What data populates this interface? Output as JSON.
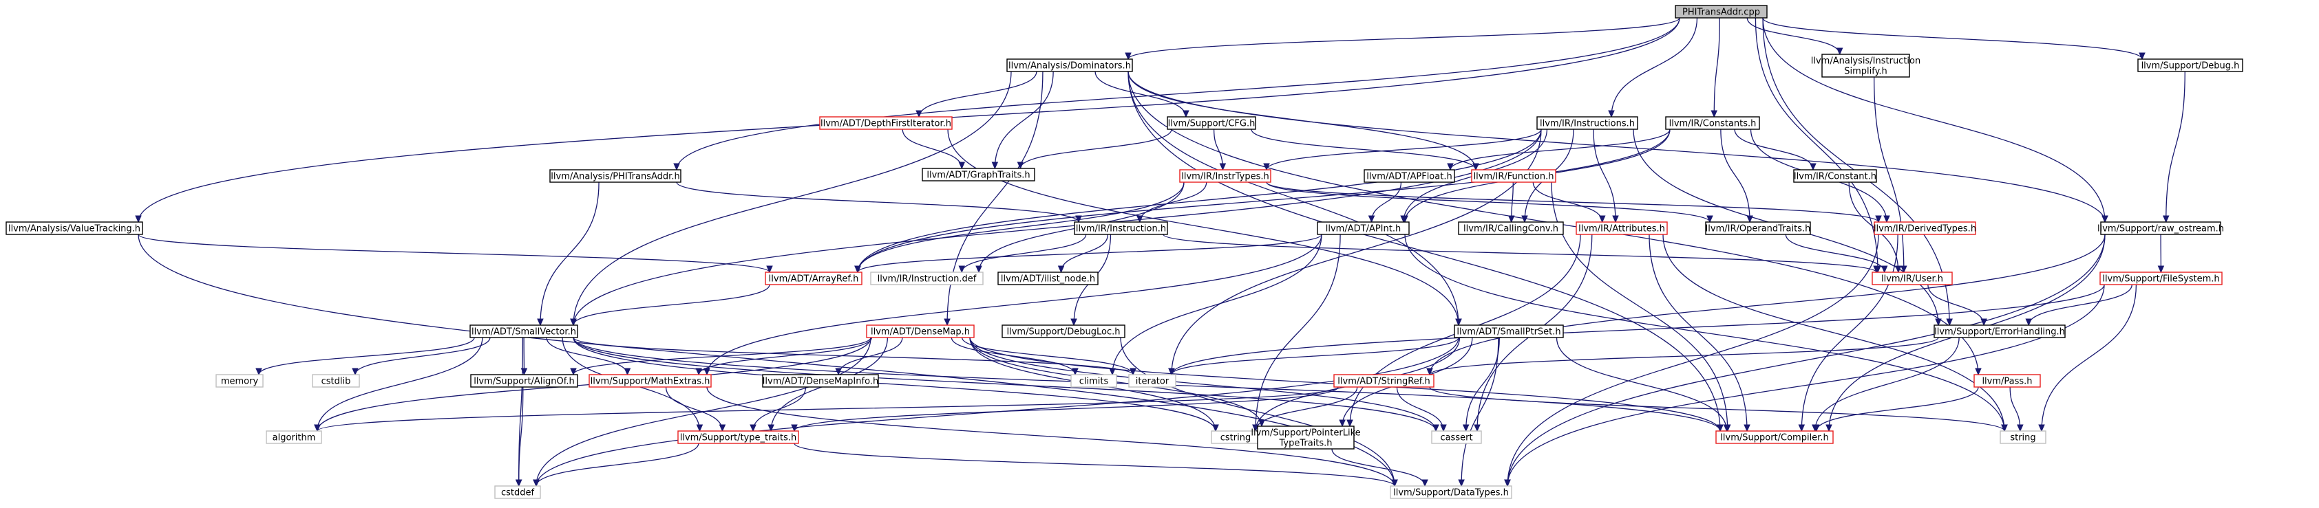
{
  "diagram": {
    "title": "PHITransAddr.cpp",
    "nodes": [
      {
        "id": "root",
        "lines": [
          "PHITransAddr.cpp"
        ],
        "style": "root"
      },
      {
        "id": "dominators",
        "lines": [
          "llvm/Analysis/Dominators.h"
        ],
        "style": "black"
      },
      {
        "id": "instsimplify",
        "lines": [
          "llvm/Analysis/Instruction",
          "Simplify.h"
        ],
        "style": "black"
      },
      {
        "id": "debug",
        "lines": [
          "llvm/Support/Debug.h"
        ],
        "style": "black"
      },
      {
        "id": "depthfirst",
        "lines": [
          "llvm/ADT/DepthFirstIterator.h"
        ],
        "style": "red"
      },
      {
        "id": "cfg",
        "lines": [
          "llvm/Support/CFG.h"
        ],
        "style": "black"
      },
      {
        "id": "instructions",
        "lines": [
          "llvm/IR/Instructions.h"
        ],
        "style": "black"
      },
      {
        "id": "constants",
        "lines": [
          "llvm/IR/Constants.h"
        ],
        "style": "black"
      },
      {
        "id": "phitransaddr",
        "lines": [
          "llvm/Analysis/PHITransAddr.h"
        ],
        "style": "black"
      },
      {
        "id": "graphtraits",
        "lines": [
          "llvm/ADT/GraphTraits.h"
        ],
        "style": "black"
      },
      {
        "id": "instrtypes",
        "lines": [
          "llvm/IR/InstrTypes.h"
        ],
        "style": "red"
      },
      {
        "id": "apfloat",
        "lines": [
          "llvm/ADT/APFloat.h"
        ],
        "style": "black"
      },
      {
        "id": "function",
        "lines": [
          "llvm/IR/Function.h"
        ],
        "style": "red"
      },
      {
        "id": "constant",
        "lines": [
          "llvm/IR/Constant.h"
        ],
        "style": "black"
      },
      {
        "id": "valuetracking",
        "lines": [
          "llvm/Analysis/ValueTracking.h"
        ],
        "style": "black"
      },
      {
        "id": "instruction",
        "lines": [
          "llvm/IR/Instruction.h"
        ],
        "style": "black"
      },
      {
        "id": "apint",
        "lines": [
          "llvm/ADT/APInt.h"
        ],
        "style": "black"
      },
      {
        "id": "callingconv",
        "lines": [
          "llvm/IR/CallingConv.h"
        ],
        "style": "black"
      },
      {
        "id": "attributes",
        "lines": [
          "llvm/IR/Attributes.h"
        ],
        "style": "red"
      },
      {
        "id": "operandtraits",
        "lines": [
          "llvm/IR/OperandTraits.h"
        ],
        "style": "black"
      },
      {
        "id": "derivedtypes",
        "lines": [
          "llvm/IR/DerivedTypes.h"
        ],
        "style": "red"
      },
      {
        "id": "rawostream",
        "lines": [
          "llvm/Support/raw_ostream.h"
        ],
        "style": "black"
      },
      {
        "id": "arrayref",
        "lines": [
          "llvm/ADT/ArrayRef.h"
        ],
        "style": "red"
      },
      {
        "id": "instructiondef",
        "lines": [
          "llvm/IR/Instruction.def"
        ],
        "style": "gray"
      },
      {
        "id": "ilistnode",
        "lines": [
          "llvm/ADT/ilist_node.h"
        ],
        "style": "black"
      },
      {
        "id": "user",
        "lines": [
          "llvm/IR/User.h"
        ],
        "style": "red"
      },
      {
        "id": "filesystem",
        "lines": [
          "llvm/Support/FileSystem.h"
        ],
        "style": "red"
      },
      {
        "id": "smallvector",
        "lines": [
          "llvm/ADT/SmallVector.h"
        ],
        "style": "black"
      },
      {
        "id": "densemap",
        "lines": [
          "llvm/ADT/DenseMap.h"
        ],
        "style": "red"
      },
      {
        "id": "debugloc",
        "lines": [
          "llvm/Support/DebugLoc.h"
        ],
        "style": "black"
      },
      {
        "id": "smallptrset",
        "lines": [
          "llvm/ADT/SmallPtrSet.h"
        ],
        "style": "black"
      },
      {
        "id": "errorhandling",
        "lines": [
          "llvm/Support/ErrorHandling.h"
        ],
        "style": "black"
      },
      {
        "id": "memory",
        "lines": [
          "memory"
        ],
        "style": "gray"
      },
      {
        "id": "cstdlib",
        "lines": [
          "cstdlib"
        ],
        "style": "gray"
      },
      {
        "id": "alignof",
        "lines": [
          "llvm/Support/AlignOf.h"
        ],
        "style": "black"
      },
      {
        "id": "mathextras",
        "lines": [
          "llvm/Support/MathExtras.h"
        ],
        "style": "red"
      },
      {
        "id": "densemapinfo",
        "lines": [
          "llvm/ADT/DenseMapInfo.h"
        ],
        "style": "black"
      },
      {
        "id": "climits",
        "lines": [
          "climits"
        ],
        "style": "gray"
      },
      {
        "id": "iterator",
        "lines": [
          "iterator"
        ],
        "style": "gray"
      },
      {
        "id": "stringref",
        "lines": [
          "llvm/ADT/StringRef.h"
        ],
        "style": "red"
      },
      {
        "id": "pass",
        "lines": [
          "llvm/Pass.h"
        ],
        "style": "red"
      },
      {
        "id": "algorithm",
        "lines": [
          "algorithm"
        ],
        "style": "gray"
      },
      {
        "id": "typetraits",
        "lines": [
          "llvm/Support/type_traits.h"
        ],
        "style": "red"
      },
      {
        "id": "cstring",
        "lines": [
          "cstring"
        ],
        "style": "gray"
      },
      {
        "id": "pointerlike",
        "lines": [
          "llvm/Support/PointerLike",
          "TypeTraits.h"
        ],
        "style": "black"
      },
      {
        "id": "cassert",
        "lines": [
          "cassert"
        ],
        "style": "gray"
      },
      {
        "id": "compiler",
        "lines": [
          "llvm/Support/Compiler.h"
        ],
        "style": "red"
      },
      {
        "id": "string",
        "lines": [
          "string"
        ],
        "style": "gray"
      },
      {
        "id": "cstddef",
        "lines": [
          "cstddef"
        ],
        "style": "gray"
      },
      {
        "id": "datatypes",
        "lines": [
          "llvm/Support/DataTypes.h"
        ],
        "style": "gray"
      }
    ],
    "edges": [
      [
        "root",
        "dominators"
      ],
      [
        "root",
        "instsimplify"
      ],
      [
        "root",
        "debug"
      ],
      [
        "root",
        "instructions"
      ],
      [
        "root",
        "constants"
      ],
      [
        "root",
        "phitransaddr"
      ],
      [
        "root",
        "valuetracking"
      ],
      [
        "root",
        "rawostream"
      ],
      [
        "root",
        "errorhandling"
      ],
      [
        "root",
        "user"
      ],
      [
        "dominators",
        "depthfirst"
      ],
      [
        "dominators",
        "cfg"
      ],
      [
        "dominators",
        "graphtraits"
      ],
      [
        "dominators",
        "function"
      ],
      [
        "dominators",
        "smallvector"
      ],
      [
        "dominators",
        "densemap"
      ],
      [
        "dominators",
        "smallptrset"
      ],
      [
        "dominators",
        "rawostream"
      ],
      [
        "dominators",
        "compiler"
      ],
      [
        "dominators",
        "pass"
      ],
      [
        "instsimplify",
        "user"
      ],
      [
        "debug",
        "rawostream"
      ],
      [
        "depthfirst",
        "graphtraits"
      ],
      [
        "depthfirst",
        "smallptrset"
      ],
      [
        "cfg",
        "graphtraits"
      ],
      [
        "cfg",
        "function"
      ],
      [
        "cfg",
        "instrtypes"
      ],
      [
        "instructions",
        "instrtypes"
      ],
      [
        "instructions",
        "arrayref"
      ],
      [
        "instructions",
        "attributes"
      ],
      [
        "instructions",
        "callingconv"
      ],
      [
        "instructions",
        "smallvector"
      ],
      [
        "instructions",
        "errorhandling"
      ],
      [
        "instructions",
        "iterator"
      ],
      [
        "instructions",
        "apint"
      ],
      [
        "constants",
        "constant"
      ],
      [
        "constants",
        "operandtraits"
      ],
      [
        "constants",
        "derivedtypes"
      ],
      [
        "constants",
        "apfloat"
      ],
      [
        "constants",
        "apint"
      ],
      [
        "constants",
        "arrayref"
      ],
      [
        "phitransaddr",
        "instruction"
      ],
      [
        "phitransaddr",
        "smallvector"
      ],
      [
        "valuetracking",
        "arrayref"
      ],
      [
        "valuetracking",
        "datatypes"
      ],
      [
        "instrtypes",
        "instruction"
      ],
      [
        "instrtypes",
        "operandtraits"
      ],
      [
        "instrtypes",
        "derivedtypes"
      ],
      [
        "instrtypes",
        "arrayref"
      ],
      [
        "instrtypes",
        "instructiondef"
      ],
      [
        "apfloat",
        "apint"
      ],
      [
        "function",
        "callingconv"
      ],
      [
        "function",
        "attributes"
      ],
      [
        "function",
        "compiler"
      ],
      [
        "constant",
        "user"
      ],
      [
        "instruction",
        "instructiondef"
      ],
      [
        "instruction",
        "ilistnode"
      ],
      [
        "instruction",
        "debugloc"
      ],
      [
        "instruction",
        "user"
      ],
      [
        "apint",
        "arrayref"
      ],
      [
        "apint",
        "mathextras"
      ],
      [
        "apint",
        "climits"
      ],
      [
        "apint",
        "cstring"
      ],
      [
        "apint",
        "string"
      ],
      [
        "attributes",
        "pointerlike"
      ],
      [
        "attributes",
        "cassert"
      ],
      [
        "attributes",
        "compiler"
      ],
      [
        "attributes",
        "string"
      ],
      [
        "operandtraits",
        "user"
      ],
      [
        "derivedtypes",
        "compiler"
      ],
      [
        "derivedtypes",
        "datatypes"
      ],
      [
        "rawostream",
        "filesystem"
      ],
      [
        "rawostream",
        "compiler"
      ],
      [
        "rawostream",
        "datatypes"
      ],
      [
        "rawostream",
        "stringref"
      ],
      [
        "arrayref",
        "smallvector"
      ],
      [
        "user",
        "errorhandling"
      ],
      [
        "filesystem",
        "errorhandling"
      ],
      [
        "filesystem",
        "datatypes"
      ],
      [
        "filesystem",
        "string"
      ],
      [
        "filesystem",
        "iterator"
      ],
      [
        "smallvector",
        "alignof"
      ],
      [
        "smallvector",
        "compiler"
      ],
      [
        "smallvector",
        "typetraits"
      ],
      [
        "smallvector",
        "algorithm"
      ],
      [
        "smallvector",
        "cassert"
      ],
      [
        "smallvector",
        "cstddef"
      ],
      [
        "smallvector",
        "cstdlib"
      ],
      [
        "smallvector",
        "cstring"
      ],
      [
        "smallvector",
        "iterator"
      ],
      [
        "smallvector",
        "memory"
      ],
      [
        "smallvector",
        "mathextras"
      ],
      [
        "densemap",
        "alignof"
      ],
      [
        "densemap",
        "densemapinfo"
      ],
      [
        "densemap",
        "mathextras"
      ],
      [
        "densemap",
        "pointerlike"
      ],
      [
        "densemap",
        "typetraits"
      ],
      [
        "densemap",
        "algorithm"
      ],
      [
        "densemap",
        "cassert"
      ],
      [
        "densemap",
        "climits"
      ],
      [
        "densemap",
        "cstddef"
      ],
      [
        "densemap",
        "cstring"
      ],
      [
        "densemap",
        "iterator"
      ],
      [
        "densemap",
        "compiler"
      ],
      [
        "debugloc",
        "datatypes"
      ],
      [
        "smallptrset",
        "compiler"
      ],
      [
        "smallptrset",
        "datatypes"
      ],
      [
        "smallptrset",
        "pointerlike"
      ],
      [
        "smallptrset",
        "cassert"
      ],
      [
        "smallptrset",
        "cstddef"
      ],
      [
        "smallptrset",
        "cstring"
      ],
      [
        "smallptrset",
        "iterator"
      ],
      [
        "errorhandling",
        "compiler"
      ],
      [
        "errorhandling",
        "stringref"
      ],
      [
        "alignof",
        "cstddef"
      ],
      [
        "mathextras",
        "typetraits"
      ],
      [
        "mathextras",
        "datatypes"
      ],
      [
        "densemapinfo",
        "typetraits"
      ],
      [
        "stringref",
        "typetraits"
      ],
      [
        "stringref",
        "algorithm"
      ],
      [
        "stringref",
        "cassert"
      ],
      [
        "stringref",
        "cstring"
      ],
      [
        "stringref",
        "string"
      ],
      [
        "pass",
        "compiler"
      ],
      [
        "pass",
        "string"
      ],
      [
        "typetraits",
        "cstddef"
      ],
      [
        "typetraits",
        "datatypes"
      ],
      [
        "pointerlike",
        "datatypes"
      ]
    ]
  }
}
